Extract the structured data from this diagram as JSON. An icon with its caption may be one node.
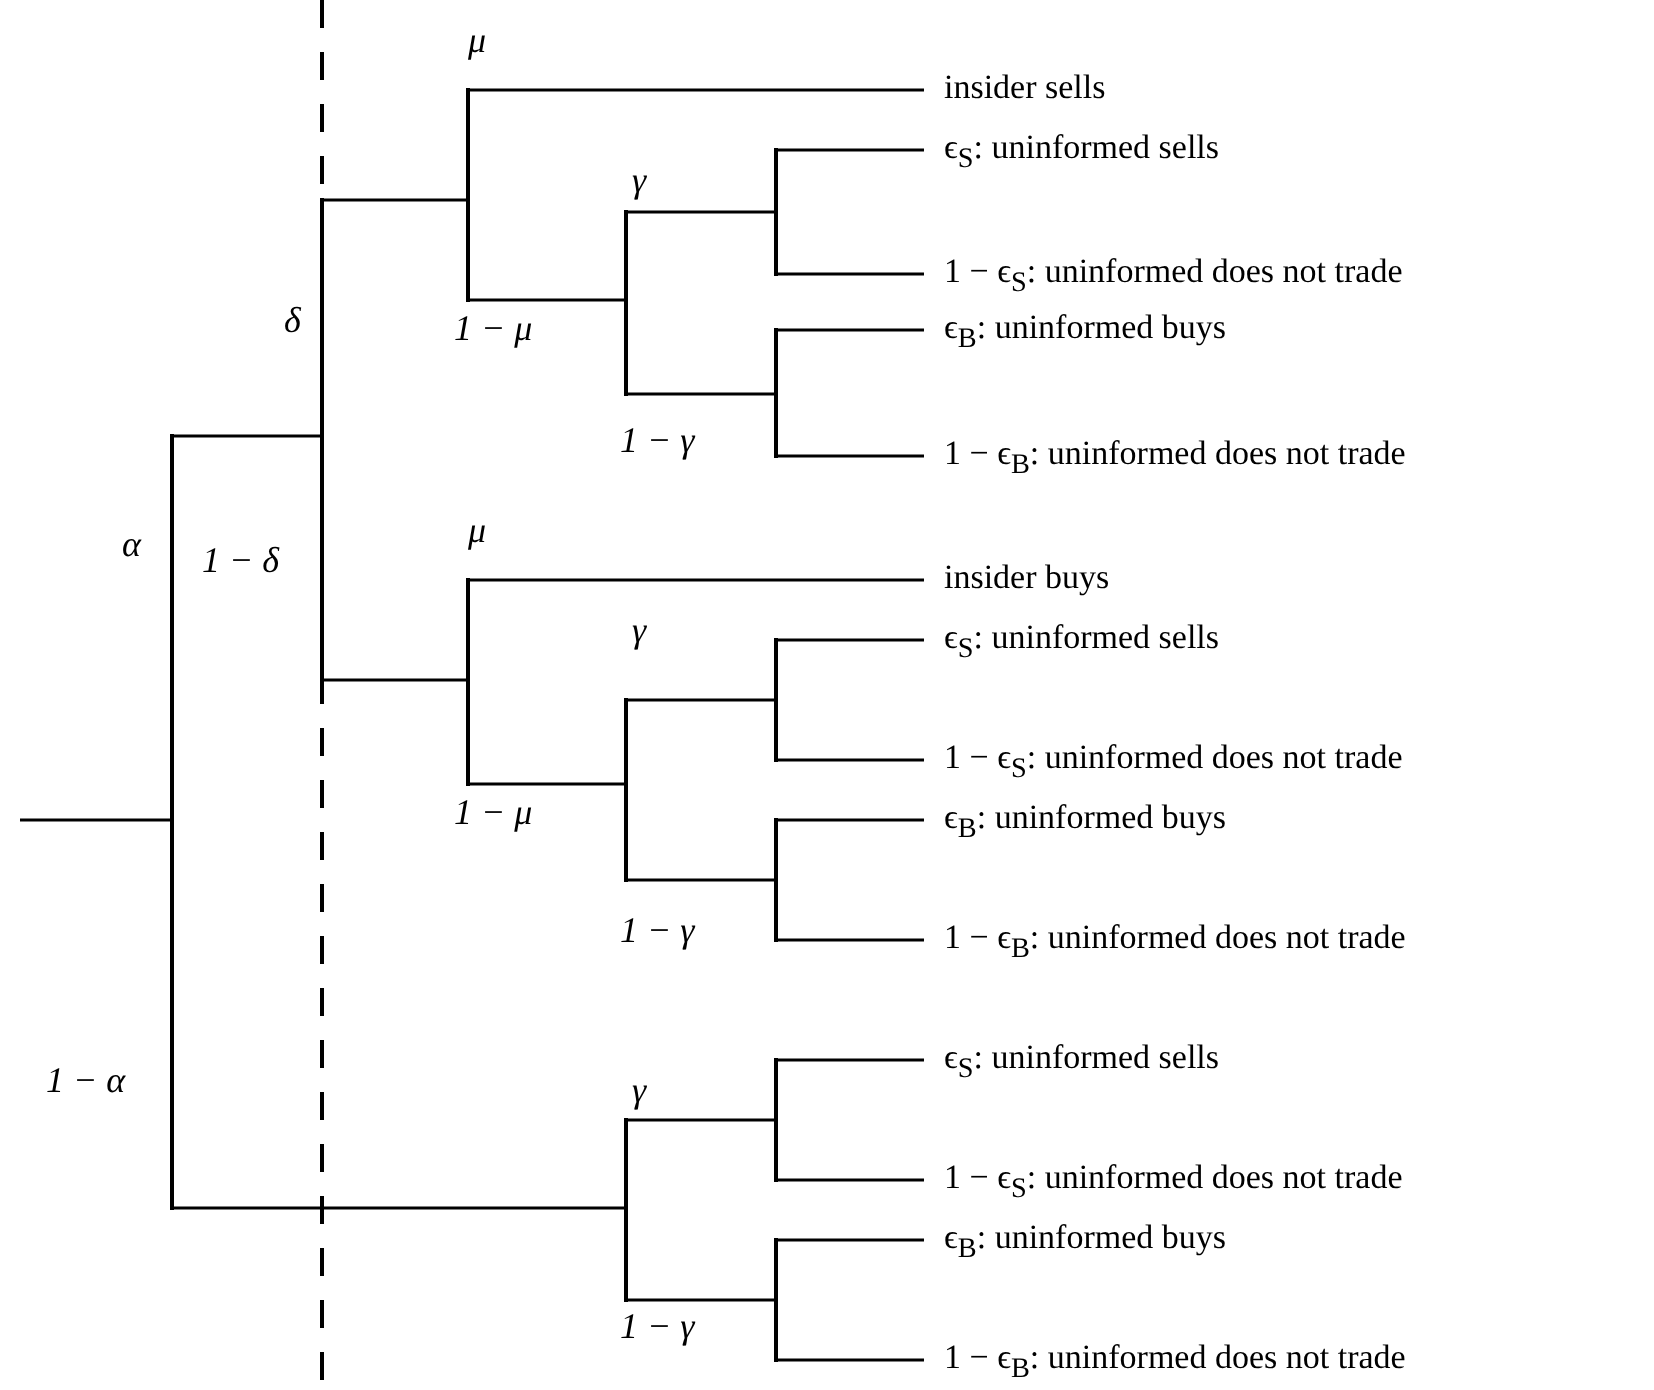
{
  "diagram": {
    "nodes": [
      {
        "text": [],
        "shape": "bar"
      },
      {
        "text": [],
        "shape": "bar"
      },
      {
        "text": [],
        "shape": "bar"
      },
      {
        "text": [
          "insider sells"
        ]
      },
      {
        "text": [],
        "shape": "bar"
      },
      {
        "text": [],
        "shape": "bar"
      },
      {
        "text": [
          "ϵ$_{S}$: uninformed sells"
        ]
      },
      {
        "text": [
          "1 − ϵ$_{S}$: uninformed does not trade"
        ]
      },
      {
        "text": [],
        "shape": "bar"
      },
      {
        "text": [
          "ϵ$_{B}$: uninformed buys"
        ]
      },
      {
        "text": [
          "1 − ϵ$_{B}$: uninformed does not trade"
        ]
      },
      {
        "text": [],
        "shape": "bar"
      },
      {
        "text": [
          "insider buys"
        ]
      },
      {
        "text": [],
        "shape": "bar"
      },
      {
        "text": [],
        "shape": "bar"
      },
      {
        "text": [
          "ϵ$_{S}$: uninformed sells"
        ]
      },
      {
        "text": [
          "1 − ϵ$_{S}$: uninformed does not trade"
        ]
      },
      {
        "text": [],
        "shape": "bar"
      },
      {
        "text": [
          "ϵ$_{B}$: uninformed buys"
        ]
      },
      {
        "text": [
          "1 − ϵ$_{B}$: uninformed does not trade"
        ]
      },
      {
        "text": [],
        "shape": "bar"
      },
      {
        "text": [],
        "shape": "bar"
      },
      {
        "text": [
          "ϵ$_{S}$: uninformed sells"
        ]
      },
      {
        "text": [
          "1 − ϵ$_{S}$: uninformed does not trade"
        ]
      },
      {
        "text": [],
        "shape": "bar"
      },
      {
        "text": [
          "ϵ$_{B}$: uninformed buys"
        ]
      },
      {
        "text": [
          "1 − ϵ$_{B}$: uninformed does not trade"
        ]
      }
    ],
    "edges": [
      {
        "from": null,
        "to": 0,
        "arrow": "none"
      },
      {
        "from": 0,
        "to": 1,
        "arrow": "none",
        "label": "α"
      },
      {
        "from": 0,
        "to": 20,
        "arrow": "none",
        "label": "1 − α"
      },
      {
        "from": 1,
        "to": 2,
        "arrow": "none",
        "label": "δ"
      },
      {
        "from": 1,
        "to": 11,
        "arrow": "none",
        "label": "1 − δ"
      },
      {
        "from": 2,
        "to": 3,
        "arrow": "none",
        "label": "μ"
      },
      {
        "from": 2,
        "to": 4,
        "arrow": "none",
        "label": "1 − μ"
      },
      {
        "from": 4,
        "to": 5,
        "arrow": "none",
        "label": "γ"
      },
      {
        "from": 4,
        "to": 8,
        "arrow": "none",
        "label": "1 − γ"
      },
      {
        "from": 5,
        "to": 6,
        "arrow": "none"
      },
      {
        "from": 5,
        "to": 7,
        "arrow": "none"
      },
      {
        "from": 8,
        "to": 9,
        "arrow": "none"
      },
      {
        "from": 8,
        "to": 10,
        "arrow": "none"
      },
      {
        "from": 11,
        "to": 12,
        "arrow": "none",
        "label": "μ"
      },
      {
        "from": 11,
        "to": 13,
        "arrow": "none",
        "label": "1 − μ"
      },
      {
        "from": 13,
        "to": 14,
        "arrow": "none",
        "label": "γ"
      },
      {
        "from": 13,
        "to": 17,
        "arrow": "none",
        "label": "1 − γ"
      },
      {
        "from": 14,
        "to": 15,
        "arrow": "none"
      },
      {
        "from": 14,
        "to": 16,
        "arrow": "none"
      },
      {
        "from": 17,
        "to": 18,
        "arrow": "none"
      },
      {
        "from": 17,
        "to": 19,
        "arrow": "none"
      },
      {
        "from": 20,
        "to": 21,
        "arrow": "none",
        "label": "γ"
      },
      {
        "from": 20,
        "to": 24,
        "arrow": "none",
        "label": "1 − γ"
      },
      {
        "from": 21,
        "to": 22,
        "arrow": "none"
      },
      {
        "from": 21,
        "to": 23,
        "arrow": "none"
      },
      {
        "from": 24,
        "to": 25,
        "arrow": "none"
      },
      {
        "from": 24,
        "to": 26,
        "arrow": "none"
      }
    ]
  }
}
